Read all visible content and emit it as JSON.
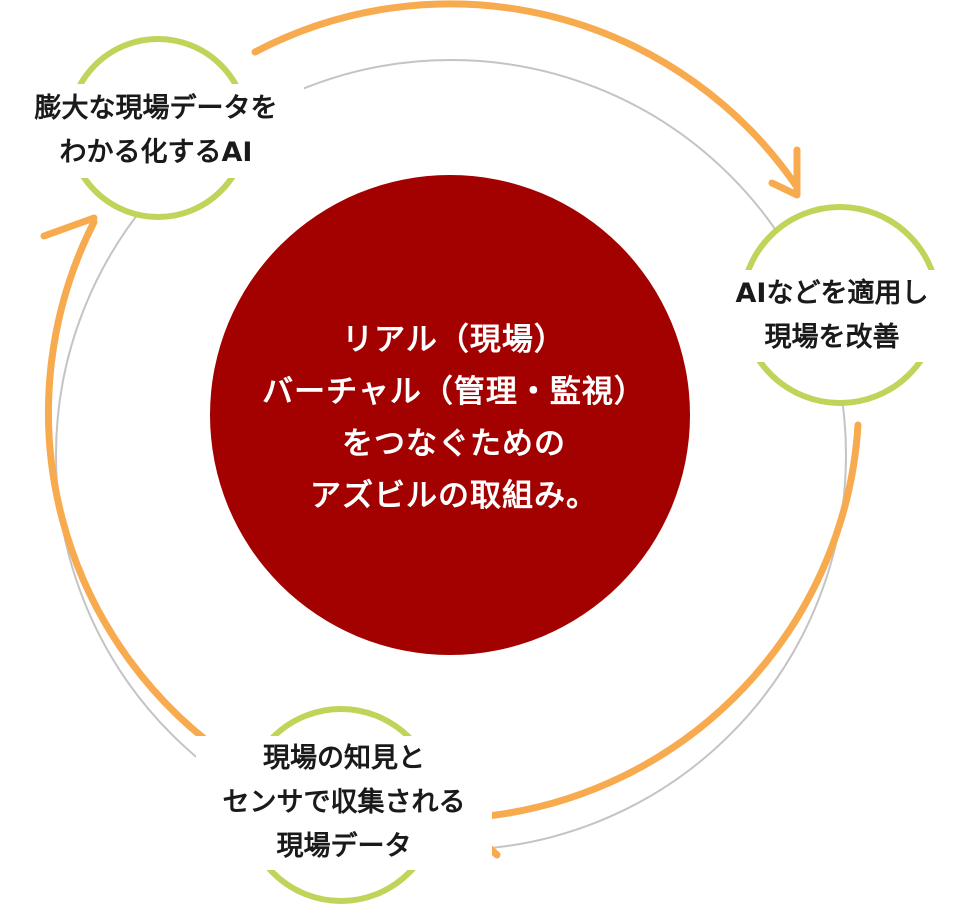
{
  "center": {
    "lines": [
      "リアル（現場）",
      "バーチャル（管理・監視）",
      "をつなぐための",
      "アズビルの取組み。"
    ],
    "fill": "#a30000",
    "text_color": "#ffffff"
  },
  "nodes": [
    {
      "id": "tl",
      "lines": [
        "膨大な現場データを",
        "わかる化するAI"
      ]
    },
    {
      "id": "r",
      "lines": [
        "AIなどを適用し",
        "現場を改善"
      ]
    },
    {
      "id": "b",
      "lines": [
        "現場の知見と",
        "センサで収集される",
        "現場データ"
      ]
    }
  ],
  "colors": {
    "node_ring": "#c2d35a",
    "arrow": "#f8ab4e",
    "inner_ring": "#c4c4c4"
  }
}
